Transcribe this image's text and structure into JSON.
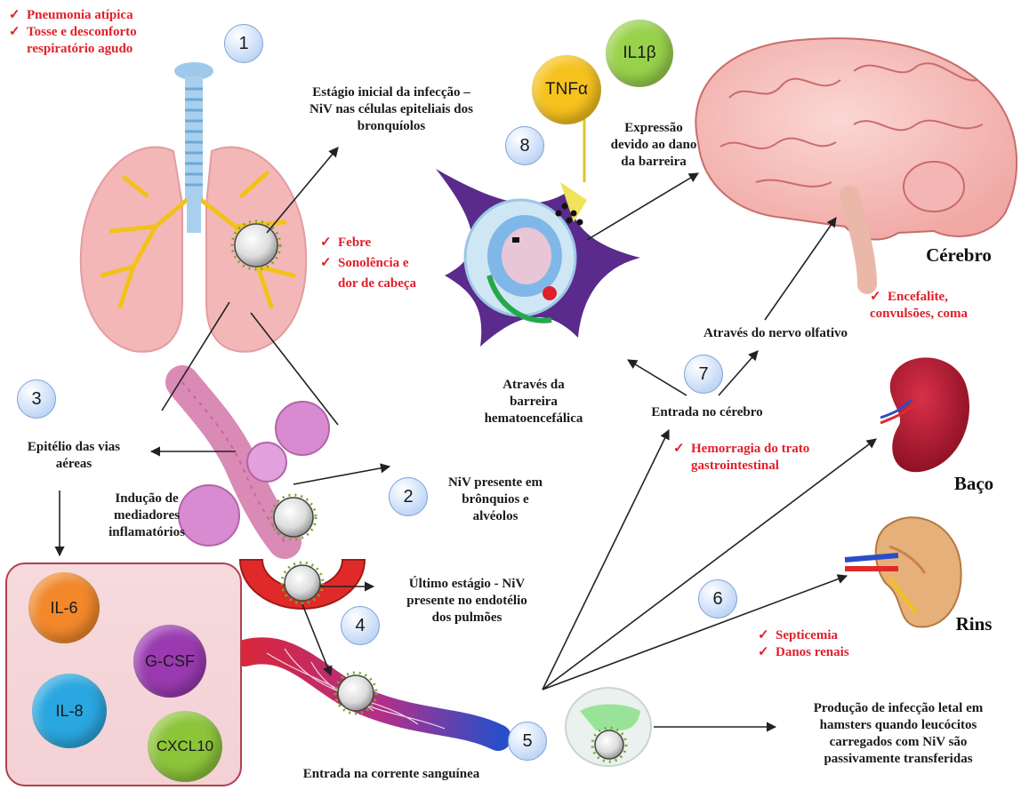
{
  "colors": {
    "accent_red": "#e0202a",
    "text": "#1a1a1a",
    "badge_fill": "#cfe0f7",
    "cytokine_box_fill": "#f3d1d5",
    "cytokine_box_border": "#b04050"
  },
  "symptoms": {
    "top_left": [
      "Pneumonia atípica",
      "Tosse e desconforto",
      "respiratório agudo"
    ],
    "lung": [
      "Febre",
      "Sonolência e",
      "dor de cabeça"
    ],
    "brain": [
      "Encefalite,",
      "convulsões, coma"
    ],
    "gi": [
      "Hemorragia do trato",
      "gastrointestinal"
    ],
    "kidney_1": "Septicemia",
    "kidney_2": "Danos renais"
  },
  "steps": {
    "n1": "1",
    "n2": "2",
    "n3": "3",
    "n4": "4",
    "n5": "5",
    "n6": "6",
    "n7": "7",
    "n8": "8"
  },
  "labels": {
    "early_stage": [
      "Estágio inicial da infecção –",
      "NiV nas células epiteliais dos",
      "bronquíolos"
    ],
    "airway": [
      "Epitélio das vias",
      "aéreas"
    ],
    "inflammatory": [
      "Indução de",
      "mediadores",
      "inflamatórios"
    ],
    "bronchi": [
      "NiV presente em",
      "brônquios e",
      "alvéolos"
    ],
    "last_stage": [
      "Último estágio - NiV",
      "presente no endotélio",
      "dos pulmões"
    ],
    "bloodstream": "Entrada na corrente sanguínea",
    "lethal": [
      "Produção de infecção letal em",
      "hamsters quando leucócitos",
      "carregados com NiV são",
      "passivamente transferidas"
    ],
    "bbb": [
      "Através da",
      "barreira",
      "hematoencefálica"
    ],
    "brain_entry": "Entrada no cérebro",
    "olfactory": "Através do nervo olfativo",
    "expression": [
      "Expressão",
      "devido ao dano",
      "da barreira"
    ]
  },
  "organs": {
    "brain": "Cérebro",
    "spleen": "Baço",
    "kidneys": "Rins"
  },
  "cytokines": {
    "il6": "IL-6",
    "il8": "IL-8",
    "gcsf": "G-CSF",
    "cxcl10": "CXCL10",
    "tnfa": "TNFα",
    "il1b": "IL1β"
  }
}
